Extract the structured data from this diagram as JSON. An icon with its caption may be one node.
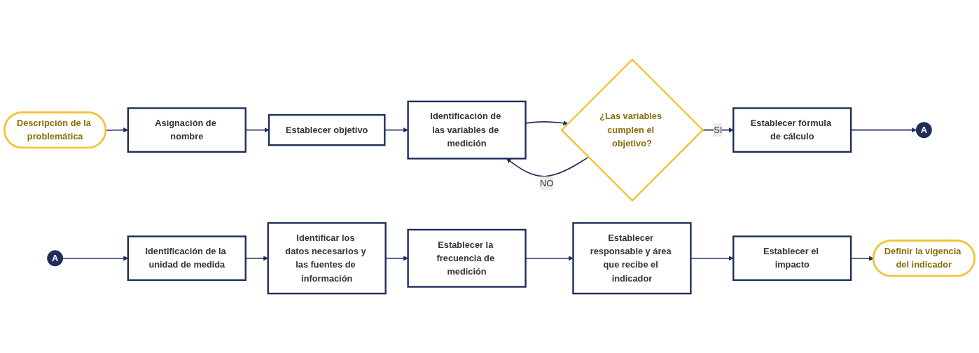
{
  "diagram": {
    "nodes": [
      {
        "text": [
          "Descripción de la problemática"
        ]
      },
      {
        "text": [
          "Asignación de nombre"
        ]
      },
      {
        "text": [
          "Establecer objetivo"
        ]
      },
      {
        "text": [
          "Identificación de las variables de medición"
        ]
      },
      {
        "text": [
          "¿Las variables cumplen el objetivo?"
        ]
      },
      {
        "text": [
          "Establecer fórmula de cálculo"
        ]
      },
      {
        "text": [
          "A"
        ]
      },
      {
        "text": [
          "A"
        ]
      },
      {
        "text": [
          "Identificación de la unidad de medida"
        ]
      },
      {
        "text": [
          "Identificar los datos necesarios y las fuentes de información"
        ]
      },
      {
        "text": [
          "Establecer la frecuencia de medición"
        ]
      },
      {
        "text": [
          "Establecer responsable y área que recibe el indicador"
        ]
      },
      {
        "text": [
          "Establecer el impacto"
        ]
      },
      {
        "text": [
          "Definir la vigencia del indicador"
        ]
      }
    ],
    "edges": [
      {
        "from": 0,
        "to": 1,
        "arrow": "to"
      },
      {
        "from": 1,
        "to": 2,
        "arrow": "to"
      },
      {
        "from": 2,
        "to": 3,
        "arrow": "to"
      },
      {
        "from": 3,
        "to": 4,
        "arrow": "to"
      },
      {
        "from": 4,
        "to": 3,
        "label": "NO",
        "arrow": "to"
      },
      {
        "from": 4,
        "to": 5,
        "label": "SI",
        "arrow": "to"
      },
      {
        "from": 5,
        "to": 6,
        "arrow": "to"
      },
      {
        "from": 7,
        "to": 8,
        "arrow": "to"
      },
      {
        "from": 8,
        "to": 9,
        "arrow": "to"
      },
      {
        "from": 9,
        "to": 10,
        "arrow": "to"
      },
      {
        "from": 10,
        "to": 11,
        "arrow": "to"
      },
      {
        "from": 11,
        "to": 12,
        "arrow": "to"
      },
      {
        "from": 12,
        "to": 13,
        "arrow": "to"
      }
    ]
  }
}
